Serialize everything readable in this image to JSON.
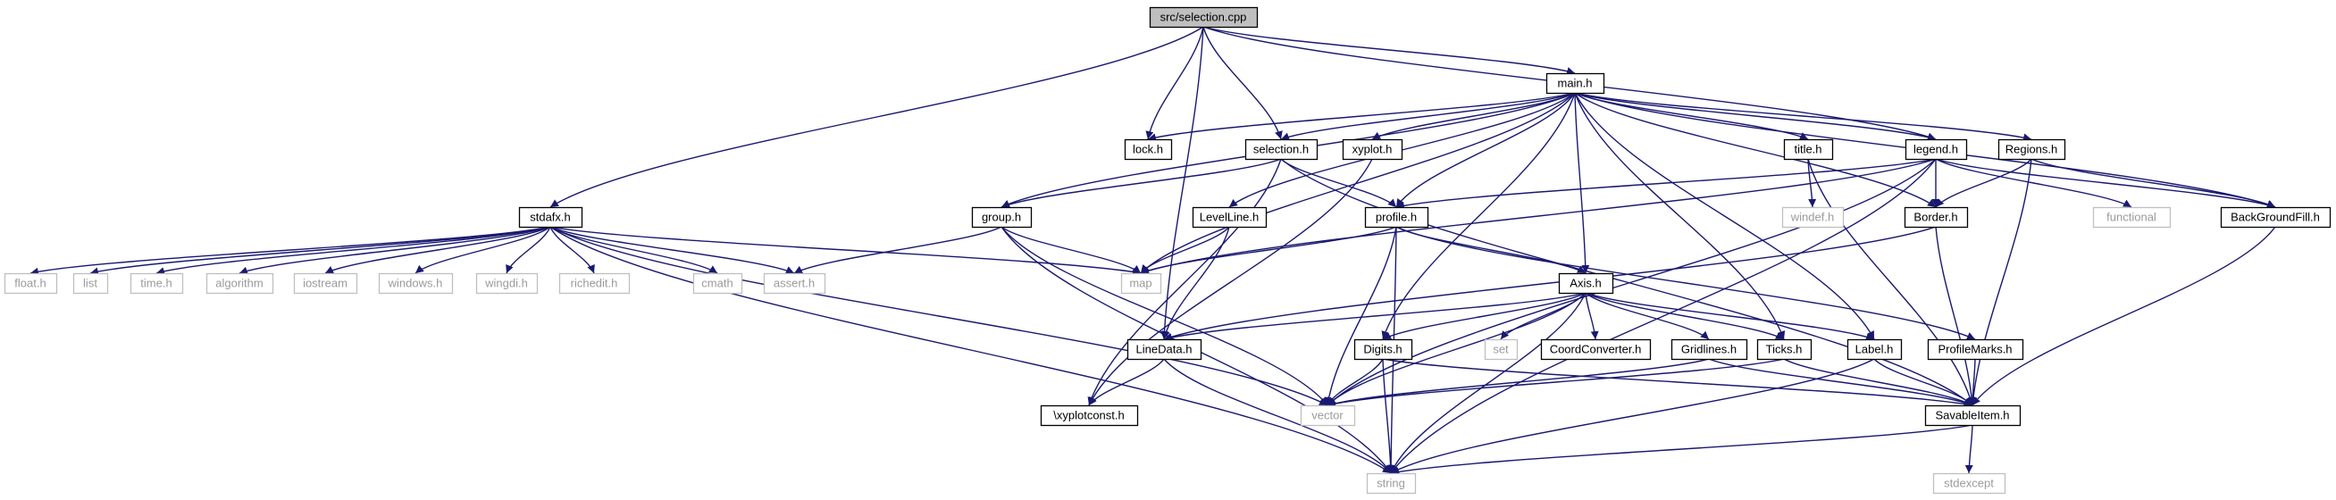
{
  "diagram": {
    "title": "",
    "colors": {
      "edge": "#191970",
      "node_border": "#000000",
      "missing_border": "#bfbfbf",
      "root_fill": "#bfbfbf",
      "node_fill": "#ffffff",
      "missing_text": "#9a9a9a"
    },
    "nodes": [
      {
        "id": "selection_cpp",
        "label": "src/selection.cpp",
        "kind": "root"
      },
      {
        "id": "main_h",
        "label": "main.h",
        "kind": "file"
      },
      {
        "id": "lock_h",
        "label": "lock.h",
        "kind": "file"
      },
      {
        "id": "selection_h",
        "label": "selection.h",
        "kind": "file"
      },
      {
        "id": "xyplot_h",
        "label": "xyplot.h",
        "kind": "file"
      },
      {
        "id": "title_h",
        "label": "title.h",
        "kind": "file"
      },
      {
        "id": "legend_h",
        "label": "legend.h",
        "kind": "file"
      },
      {
        "id": "regions_h",
        "label": "Regions.h",
        "kind": "file"
      },
      {
        "id": "stdafx_h",
        "label": "stdafx.h",
        "kind": "file"
      },
      {
        "id": "group_h",
        "label": "group.h",
        "kind": "file"
      },
      {
        "id": "levelline_h",
        "label": "LevelLine.h",
        "kind": "file"
      },
      {
        "id": "profile_h",
        "label": "profile.h",
        "kind": "file"
      },
      {
        "id": "windef_h",
        "label": "windef.h",
        "kind": "missing"
      },
      {
        "id": "border_h",
        "label": "Border.h",
        "kind": "file"
      },
      {
        "id": "functional",
        "label": "functional",
        "kind": "missing"
      },
      {
        "id": "backgroundfill_h",
        "label": "BackGroundFill.h",
        "kind": "file"
      },
      {
        "id": "float_h",
        "label": "float.h",
        "kind": "missing"
      },
      {
        "id": "list",
        "label": "list",
        "kind": "missing"
      },
      {
        "id": "time_h",
        "label": "time.h",
        "kind": "missing"
      },
      {
        "id": "algorithm",
        "label": "algorithm",
        "kind": "missing"
      },
      {
        "id": "iostream",
        "label": "iostream",
        "kind": "missing"
      },
      {
        "id": "windows_h",
        "label": "windows.h",
        "kind": "missing"
      },
      {
        "id": "wingdi_h",
        "label": "wingdi.h",
        "kind": "missing"
      },
      {
        "id": "richedit_h",
        "label": "richedit.h",
        "kind": "missing"
      },
      {
        "id": "cmath",
        "label": "cmath",
        "kind": "missing"
      },
      {
        "id": "assert_h",
        "label": "assert.h",
        "kind": "missing"
      },
      {
        "id": "map",
        "label": "map",
        "kind": "missing"
      },
      {
        "id": "axis_h",
        "label": "Axis.h",
        "kind": "file"
      },
      {
        "id": "linedata_h",
        "label": "LineData.h",
        "kind": "file"
      },
      {
        "id": "digits_h",
        "label": "Digits.h",
        "kind": "file"
      },
      {
        "id": "set",
        "label": "set",
        "kind": "missing"
      },
      {
        "id": "coordconverter_h",
        "label": "CoordConverter.h",
        "kind": "file"
      },
      {
        "id": "gridlines_h",
        "label": "Gridlines.h",
        "kind": "file"
      },
      {
        "id": "ticks_h",
        "label": "Ticks.h",
        "kind": "file"
      },
      {
        "id": "label_h",
        "label": "Label.h",
        "kind": "file"
      },
      {
        "id": "profilemarks_h",
        "label": "ProfileMarks.h",
        "kind": "file"
      },
      {
        "id": "xyplotconst_h",
        "label": "\\xyplotconst.h",
        "kind": "file"
      },
      {
        "id": "vector",
        "label": "vector",
        "kind": "missing"
      },
      {
        "id": "savableitem_h",
        "label": "SavableItem.h",
        "kind": "file"
      },
      {
        "id": "stdexcept",
        "label": "stdexcept",
        "kind": "missing"
      },
      {
        "id": "string",
        "label": "string",
        "kind": "missing"
      }
    ],
    "edges": [
      [
        "selection_cpp",
        "main_h"
      ],
      [
        "selection_cpp",
        "lock_h"
      ],
      [
        "selection_cpp",
        "selection_h"
      ],
      [
        "selection_cpp",
        "stdafx_h"
      ],
      [
        "selection_cpp",
        "legend_h"
      ],
      [
        "selection_cpp",
        "linedata_h"
      ],
      [
        "main_h",
        "lock_h"
      ],
      [
        "main_h",
        "selection_h"
      ],
      [
        "main_h",
        "xyplot_h"
      ],
      [
        "main_h",
        "title_h"
      ],
      [
        "main_h",
        "legend_h"
      ],
      [
        "main_h",
        "regions_h"
      ],
      [
        "main_h",
        "group_h"
      ],
      [
        "main_h",
        "levelline_h"
      ],
      [
        "main_h",
        "profile_h"
      ],
      [
        "main_h",
        "border_h"
      ],
      [
        "main_h",
        "backgroundfill_h"
      ],
      [
        "main_h",
        "axis_h"
      ],
      [
        "main_h",
        "digits_h"
      ],
      [
        "main_h",
        "ticks_h"
      ],
      [
        "main_h",
        "label_h"
      ],
      [
        "main_h",
        "map"
      ],
      [
        "selection_h",
        "group_h"
      ],
      [
        "selection_h",
        "profile_h"
      ],
      [
        "selection_h",
        "savableitem_h"
      ],
      [
        "selection_h",
        "xyplotconst_h"
      ],
      [
        "xyplot_h",
        "xyplotconst_h"
      ],
      [
        "title_h",
        "windef_h"
      ],
      [
        "title_h",
        "savableitem_h"
      ],
      [
        "legend_h",
        "border_h"
      ],
      [
        "legend_h",
        "functional"
      ],
      [
        "legend_h",
        "backgroundfill_h"
      ],
      [
        "legend_h",
        "string"
      ],
      [
        "legend_h",
        "vector"
      ],
      [
        "legend_h",
        "profile_h"
      ],
      [
        "legend_h",
        "map"
      ],
      [
        "regions_h",
        "border_h"
      ],
      [
        "regions_h",
        "backgroundfill_h"
      ],
      [
        "regions_h",
        "savableitem_h"
      ],
      [
        "stdafx_h",
        "float_h"
      ],
      [
        "stdafx_h",
        "list"
      ],
      [
        "stdafx_h",
        "time_h"
      ],
      [
        "stdafx_h",
        "algorithm"
      ],
      [
        "stdafx_h",
        "iostream"
      ],
      [
        "stdafx_h",
        "windows_h"
      ],
      [
        "stdafx_h",
        "wingdi_h"
      ],
      [
        "stdafx_h",
        "richedit_h"
      ],
      [
        "stdafx_h",
        "cmath"
      ],
      [
        "stdafx_h",
        "assert_h"
      ],
      [
        "stdafx_h",
        "map"
      ],
      [
        "stdafx_h",
        "vector"
      ],
      [
        "stdafx_h",
        "string"
      ],
      [
        "group_h",
        "map"
      ],
      [
        "group_h",
        "assert_h"
      ],
      [
        "group_h",
        "vector"
      ],
      [
        "group_h",
        "string"
      ],
      [
        "levelline_h",
        "map"
      ],
      [
        "levelline_h",
        "linedata_h"
      ],
      [
        "profile_h",
        "map"
      ],
      [
        "profile_h",
        "axis_h"
      ],
      [
        "profile_h",
        "profilemarks_h"
      ],
      [
        "profile_h",
        "vector"
      ],
      [
        "profile_h",
        "string"
      ],
      [
        "border_h",
        "linedata_h"
      ],
      [
        "border_h",
        "savableitem_h"
      ],
      [
        "backgroundfill_h",
        "savableitem_h"
      ],
      [
        "axis_h",
        "linedata_h"
      ],
      [
        "axis_h",
        "digits_h"
      ],
      [
        "axis_h",
        "set"
      ],
      [
        "axis_h",
        "coordconverter_h"
      ],
      [
        "axis_h",
        "gridlines_h"
      ],
      [
        "axis_h",
        "ticks_h"
      ],
      [
        "axis_h",
        "label_h"
      ],
      [
        "axis_h",
        "vector"
      ],
      [
        "axis_h",
        "string"
      ],
      [
        "linedata_h",
        "xyplotconst_h"
      ],
      [
        "linedata_h",
        "string"
      ],
      [
        "digits_h",
        "vector"
      ],
      [
        "digits_h",
        "string"
      ],
      [
        "digits_h",
        "savableitem_h"
      ],
      [
        "gridlines_h",
        "vector"
      ],
      [
        "gridlines_h",
        "savableitem_h"
      ],
      [
        "ticks_h",
        "vector"
      ],
      [
        "ticks_h",
        "savableitem_h"
      ],
      [
        "label_h",
        "savableitem_h"
      ],
      [
        "label_h",
        "string"
      ],
      [
        "profilemarks_h",
        "savableitem_h"
      ],
      [
        "savableitem_h",
        "stdexcept"
      ],
      [
        "savableitem_h",
        "string"
      ]
    ]
  }
}
